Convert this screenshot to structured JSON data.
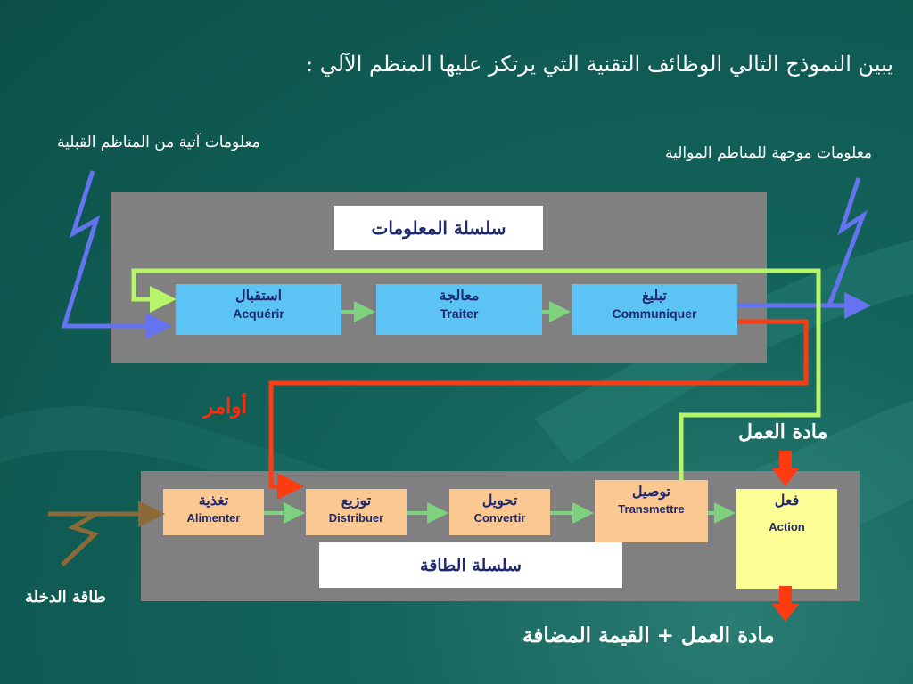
{
  "title": "يبين النموذج التالي الوظائف التقنية التي يرتكز عليها المنظم الآلي :",
  "incoming_info": "معلومات آتية من المناظم القبلية",
  "outgoing_info": "معلومات موجهة للمناظم الموالية",
  "info_chain": {
    "label": "سلسلة المعلومات",
    "blocks": [
      {
        "ar": "استقبال",
        "fr": "Acquérir"
      },
      {
        "ar": "معالجة",
        "fr": "Traiter"
      },
      {
        "ar": "تبليغ",
        "fr": "Communiquer"
      }
    ]
  },
  "orders": "أوامر",
  "energy_chain": {
    "label": "سلسلة الطاقة",
    "blocks": [
      {
        "ar": "تغذية",
        "fr": "Alimenter"
      },
      {
        "ar": "توزيع",
        "fr": "Distribuer"
      },
      {
        "ar": "تحويل",
        "fr": "Convertir"
      },
      {
        "ar": "توصيل",
        "fr": "Transmettre"
      }
    ]
  },
  "action_block": {
    "ar": "فعل",
    "fr": "Action"
  },
  "work_material": "مادة العمل",
  "input_energy": "طاقة الدخلة",
  "output": "مادة العمل + القيمة المضافة",
  "colors": {
    "background": "#0f5a52",
    "panel": "#808080",
    "info_block": "#5bc4f5",
    "energy_block": "#fcc891",
    "action_block": "#fdfd96",
    "info_link": "#b6f56a",
    "orders_link": "#ff3b12",
    "signal_link": "#6673f0",
    "energy_link": "#8b6a3a",
    "chain_arrow": "#7fd07f"
  }
}
